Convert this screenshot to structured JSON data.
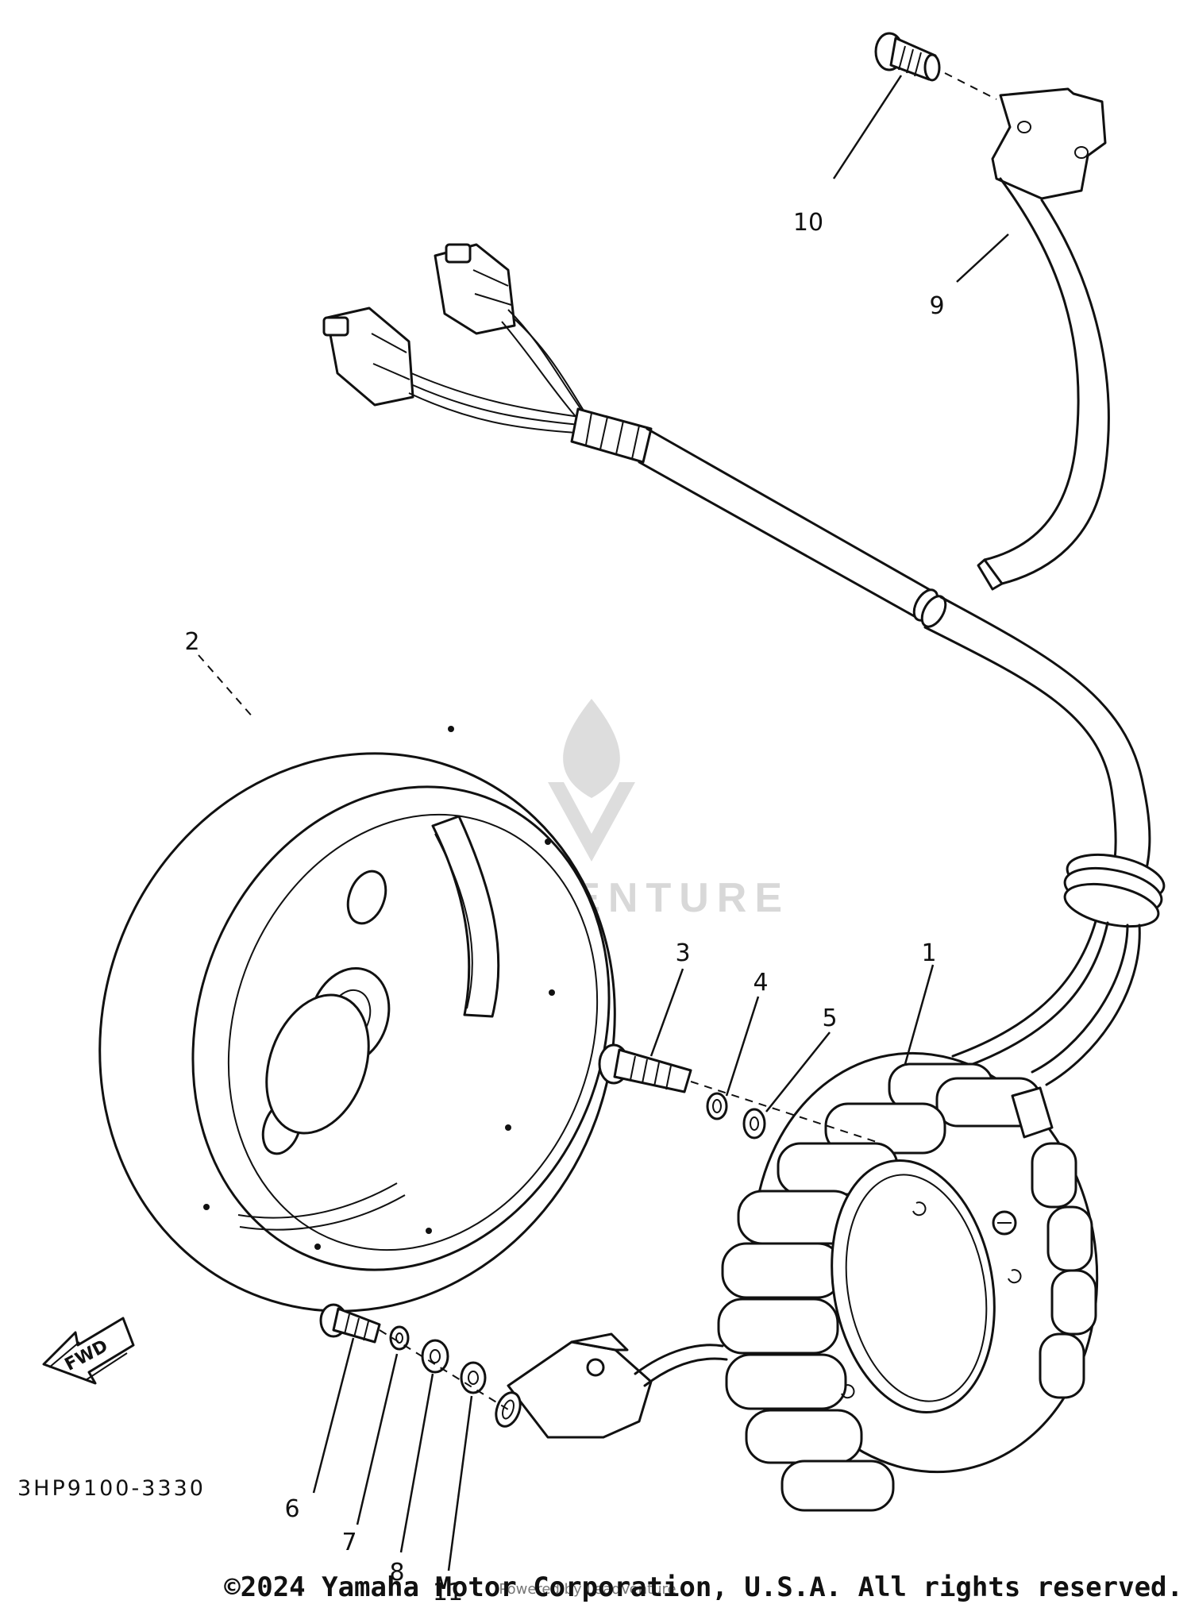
{
  "diagram": {
    "part_number": "3HP9100-3330",
    "fwd_label": "FWD",
    "watermark": "LEADVENTURE",
    "copyright": "©2024 Yamaha Motor Corporation, U.S.A. All rights reserved.",
    "overlay_text": "Powered by LeadVenture",
    "callouts": [
      {
        "id": "1",
        "label": "1"
      },
      {
        "id": "2",
        "label": "2"
      },
      {
        "id": "3",
        "label": "3"
      },
      {
        "id": "4",
        "label": "4"
      },
      {
        "id": "5",
        "label": "5"
      },
      {
        "id": "6",
        "label": "6"
      },
      {
        "id": "7",
        "label": "7"
      },
      {
        "id": "8",
        "label": "8"
      },
      {
        "id": "9",
        "label": "9"
      },
      {
        "id": "10",
        "label": "10"
      },
      {
        "id": "11",
        "label": "11"
      }
    ]
  }
}
